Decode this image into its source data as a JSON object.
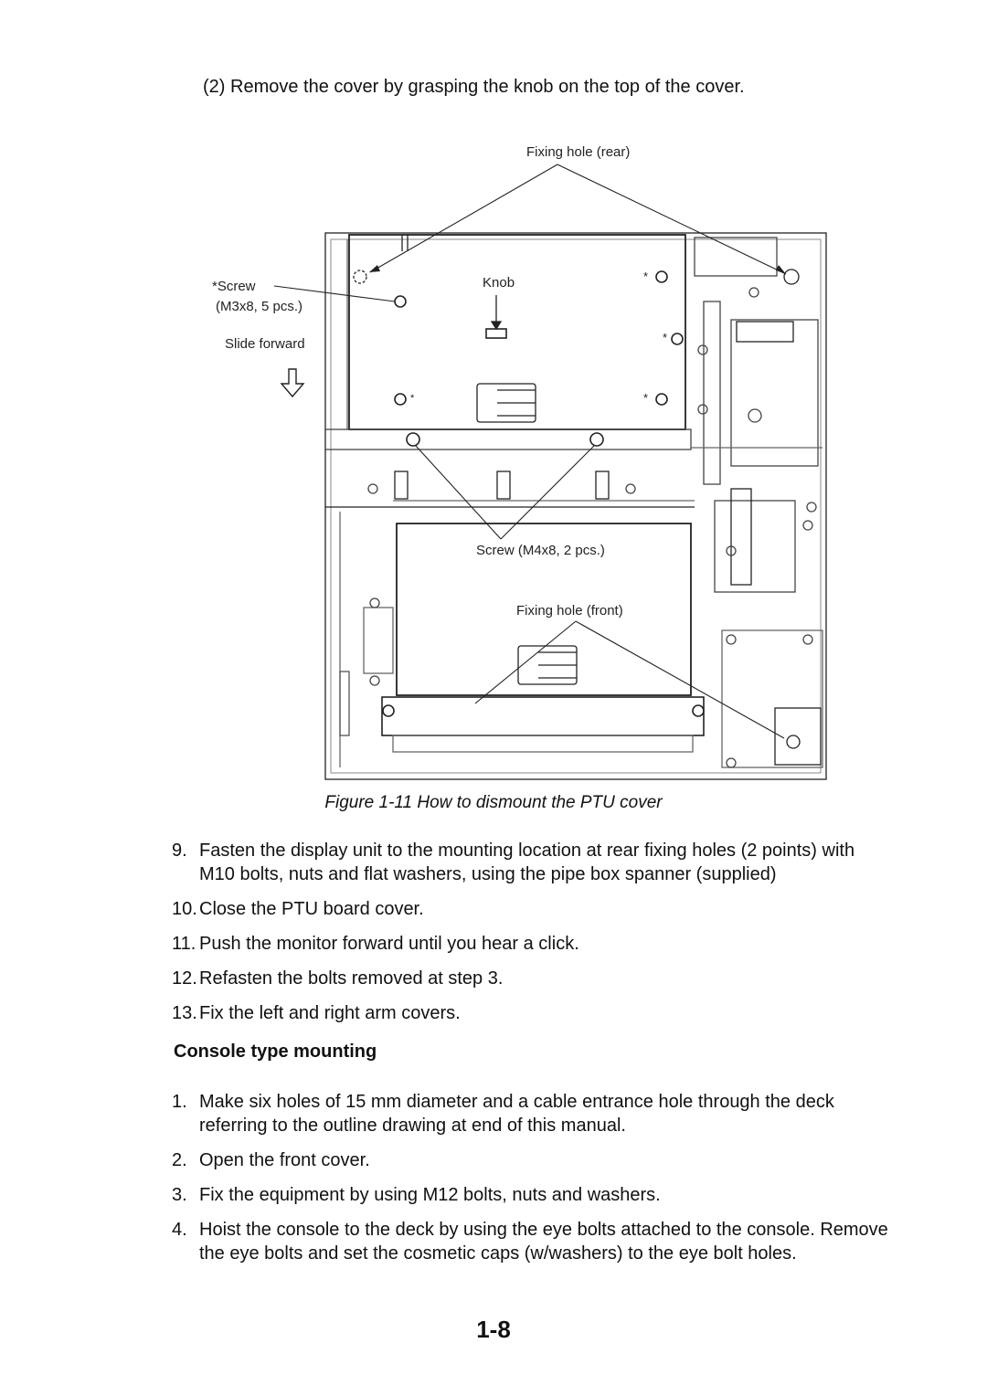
{
  "intro": {
    "num": "(2)",
    "text": "Remove the cover by grasping the knob on the top of the cover."
  },
  "figure": {
    "labels": {
      "fixing_hole_rear": "Fixing hole (rear)",
      "screw_m3": "*Screw",
      "screw_m3_spec": "(M3x8, 5 pcs.)",
      "slide_forward": "Slide forward",
      "knob": "Knob",
      "screw_m4": "Screw (M4x8, 2 pcs.)",
      "fixing_hole_front": "Fixing hole (front)",
      "asterisk": "*"
    },
    "caption": "Figure 1-11 How to dismount the PTU cover"
  },
  "steps_a": [
    {
      "num": "9.",
      "text": "Fasten the display unit to the mounting location at rear fixing holes (2 points) with M10 bolts, nuts and flat washers, using the pipe box spanner (supplied)"
    },
    {
      "num": "10.",
      "text": "Close the PTU board cover."
    },
    {
      "num": "11.",
      "text": "Push the monitor forward until you hear a click."
    },
    {
      "num": "12.",
      "text": "Refasten the bolts removed at step 3."
    },
    {
      "num": "13.",
      "text": "Fix the left and right arm covers."
    }
  ],
  "section_heading": "Console type mounting",
  "steps_b": [
    {
      "num": "1.",
      "text": "Make six holes of 15 mm diameter and a cable entrance hole through the deck referring to the outline drawing at end of this manual."
    },
    {
      "num": "2.",
      "text": "Open the front cover."
    },
    {
      "num": "3.",
      "text": "Fix the equipment by using M12 bolts, nuts and washers."
    },
    {
      "num": "4.",
      "text": "Hoist the console to the deck by using the eye bolts attached to the console. Remove the eye bolts and set the cosmetic caps (w/washers) to the eye bolt holes."
    }
  ],
  "page_number": "1-8"
}
